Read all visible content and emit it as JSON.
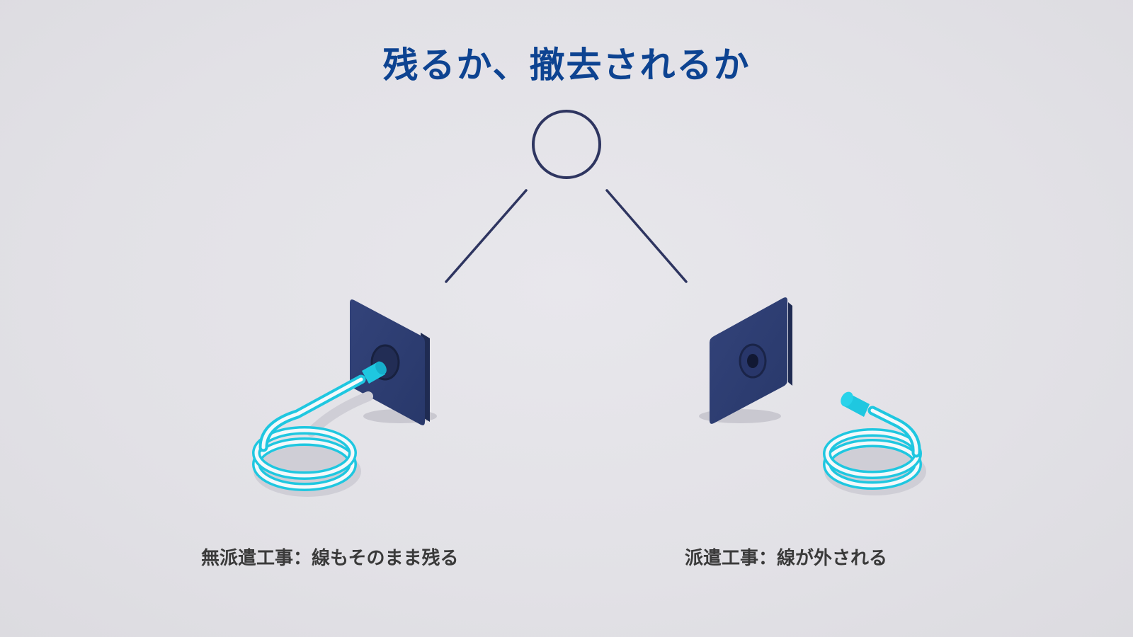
{
  "title": "残るか、撤去されるか",
  "left": {
    "caption": "無派遣工事：線もそのまま残る"
  },
  "right": {
    "caption": "派遣工事：線が外される"
  },
  "colors": {
    "title": "#0d4391",
    "plate": "#2b3a6b",
    "plate_side": "#1f2b52",
    "line": "#2e3560",
    "cable_cyan": "#1fc7e0",
    "cable_white": "#f4f9fb",
    "background": "#e3e2e7"
  }
}
